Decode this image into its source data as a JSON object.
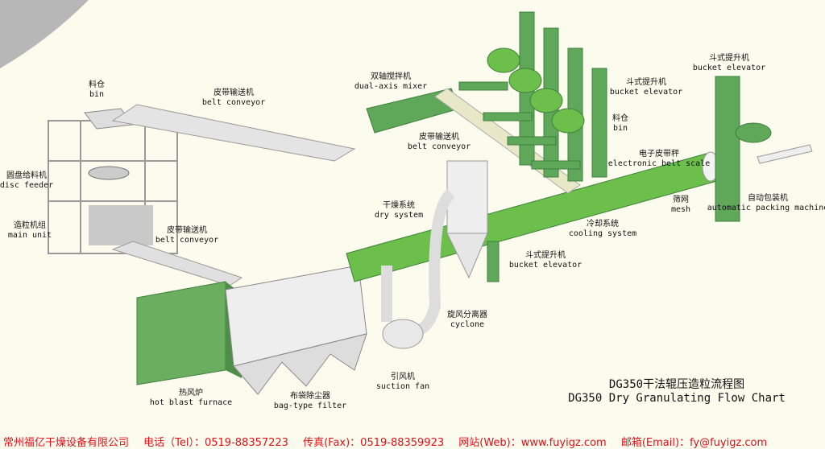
{
  "labels": [
    {
      "id": "bin-1",
      "zh": "料仓",
      "en": "bin"
    },
    {
      "id": "belt-conveyor-1",
      "zh": "皮带输送机",
      "en": "belt conveyor"
    },
    {
      "id": "dual-axis-mixer",
      "zh": "双轴搅拌机",
      "en": "dual-axis mixer"
    },
    {
      "id": "belt-conveyor-2",
      "zh": "皮带输送机",
      "en": "belt conveyor"
    },
    {
      "id": "bucket-elevator-1",
      "zh": "斗式提升机",
      "en": "bucket elevator"
    },
    {
      "id": "bin-2",
      "zh": "料仓",
      "en": "bin"
    },
    {
      "id": "electronic-belt-scale",
      "zh": "电子皮带秤",
      "en": "electronic belt scale"
    },
    {
      "id": "bucket-elevator-2",
      "zh": "斗式提升机",
      "en": "bucket elevator"
    },
    {
      "id": "mesh",
      "zh": "筛网",
      "en": "mesh"
    },
    {
      "id": "automatic-packing-machine",
      "zh": "自动包装机",
      "en": "automatic packing machine"
    },
    {
      "id": "disc-feeder",
      "zh": "圆盘给料机",
      "en": "disc feeder"
    },
    {
      "id": "dry-system",
      "zh": "干燥系统",
      "en": "dry system"
    },
    {
      "id": "cooling-system",
      "zh": "冷却系统",
      "en": "cooling system"
    },
    {
      "id": "main-unit",
      "zh": "造粒机组",
      "en": "main unit"
    },
    {
      "id": "belt-conveyor-3",
      "zh": "皮带输送机",
      "en": "belt conveyor"
    },
    {
      "id": "bucket-elevator-3",
      "zh": "斗式提升机",
      "en": "bucket elevator"
    },
    {
      "id": "cyclone",
      "zh": "旋风分离器",
      "en": "cyclone"
    },
    {
      "id": "suction-fan",
      "zh": "引风机",
      "en": "suction fan"
    },
    {
      "id": "hot-blast-furnace",
      "zh": "热风炉",
      "en": "hot blast furnace"
    },
    {
      "id": "bag-type-filter",
      "zh": "布袋除尘器",
      "en": "bag-type filter"
    }
  ],
  "title": {
    "zh": "DG350干法辊压造粒流程图",
    "en": "DG350 Dry Granulating Flow Chart"
  },
  "footer": {
    "company": "常州福亿干燥设备有限公司",
    "tel": "电话（Tel）：0519-88357223",
    "fax": "传真(Fax)：0519-88359923",
    "web": "网站(Web)：www.fuyigz.com",
    "email": "邮箱(Email)：fy@fuyigz.com"
  },
  "colors": {
    "background": "#fcfcee",
    "machine_green": "#5fa85a",
    "dark_green": "#3f7f3c",
    "footer_red": "#e0101a"
  }
}
